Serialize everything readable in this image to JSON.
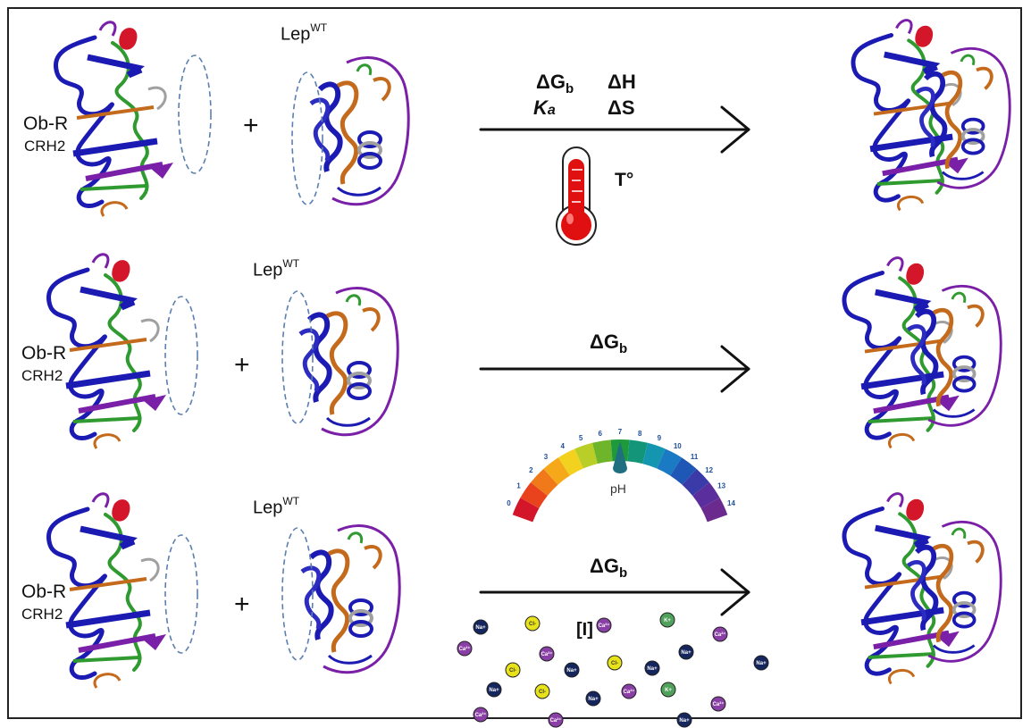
{
  "colors": {
    "strand": "#1b1bb3",
    "helix": "#c46a1c",
    "green": "#2f9a2f",
    "purple": "#7a1fa8",
    "red": "#d4162a",
    "gray": "#a0a0a0",
    "arrow": "#111111",
    "thermometer_red": "#e01010",
    "na_ion": "#15265e",
    "cl_ion": "#e8e21a",
    "ca_ion": "#8a3fa6",
    "k_ion": "#4fa15b"
  },
  "rows": [
    {
      "receptor_name": "Ob-R",
      "receptor_domain": "CRH2",
      "ligand_name": "Lep",
      "ligand_sup": "WT",
      "plus": "+",
      "params_left": [
        "ΔGb",
        "Ka"
      ],
      "params_right": [
        "ΔH",
        "ΔS"
      ],
      "condition_label": "T°",
      "condition_icon": "thermometer-icon"
    },
    {
      "receptor_name": "Ob-R",
      "receptor_domain": "CRH2",
      "ligand_name": "Lep",
      "ligand_sup": "WT",
      "plus": "+",
      "param": "ΔGb",
      "condition_label": "pH",
      "condition_icon": "ph-scale-icon",
      "ph_scale": [
        "0",
        "1",
        "2",
        "3",
        "4",
        "5",
        "6",
        "7",
        "8",
        "9",
        "10",
        "11",
        "12",
        "13",
        "14"
      ]
    },
    {
      "receptor_name": "Ob-R",
      "receptor_domain": "CRH2",
      "ligand_name": "Lep",
      "ligand_sup": "WT",
      "plus": "+",
      "param": "ΔGb",
      "condition_label": "[I]",
      "condition_icon": "ions-icon",
      "ions": [
        "Na+",
        "Cl-",
        "Ca²⁺",
        "K+"
      ]
    }
  ]
}
